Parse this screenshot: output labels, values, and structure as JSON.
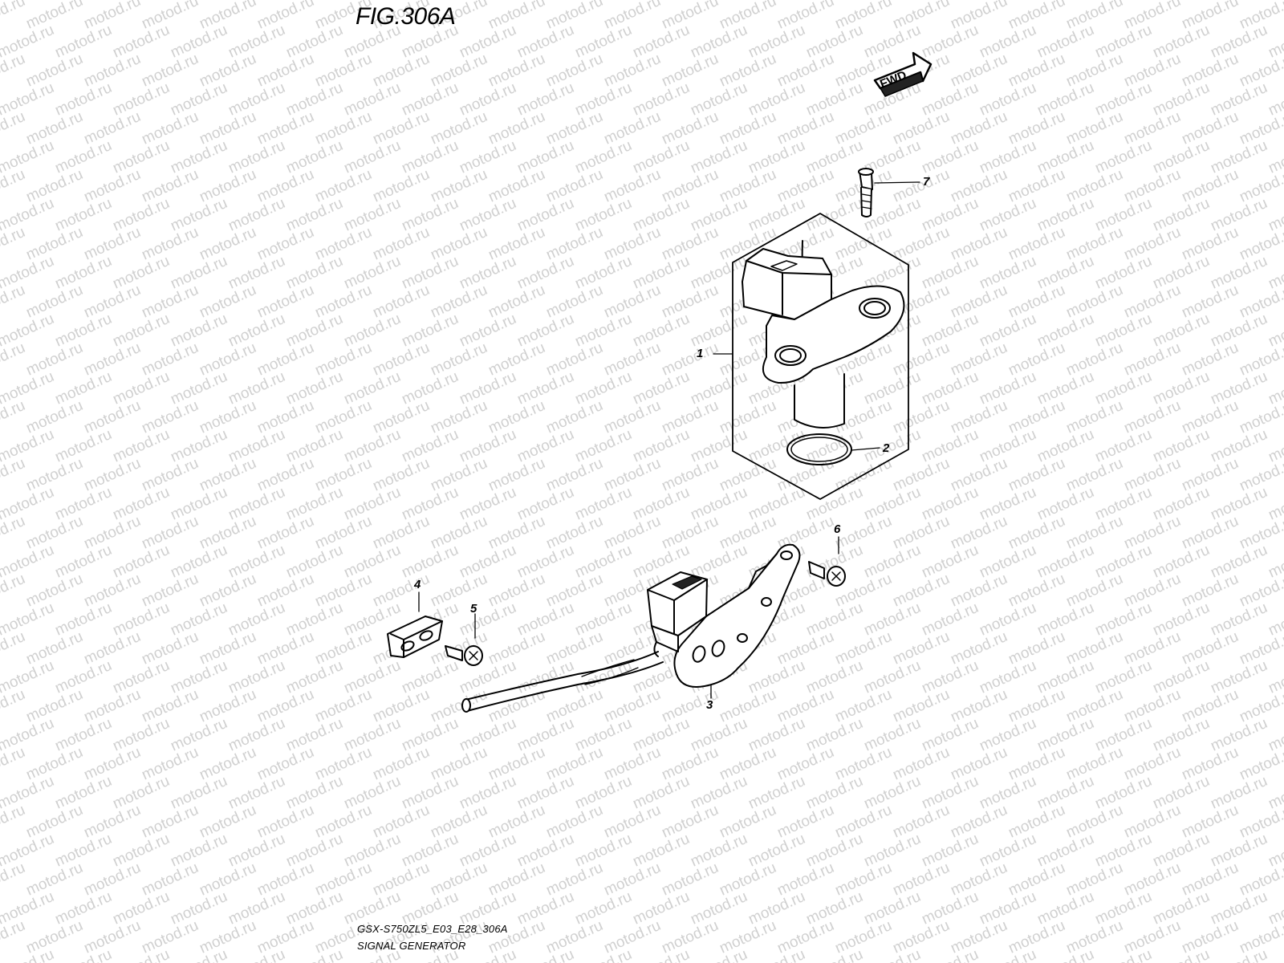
{
  "figure": {
    "title": "FIG.306A",
    "model_code": "GSX-S750ZL5_E03_E28_306A",
    "name": "SIGNAL GENERATOR"
  },
  "direction_tag": "FWD",
  "watermark": "motod.ru",
  "callouts": [
    "1",
    "2",
    "3",
    "4",
    "5",
    "6",
    "7"
  ],
  "colors": {
    "ink": "#000000",
    "watermark": "#d0d0d0",
    "background": "#ffffff"
  }
}
